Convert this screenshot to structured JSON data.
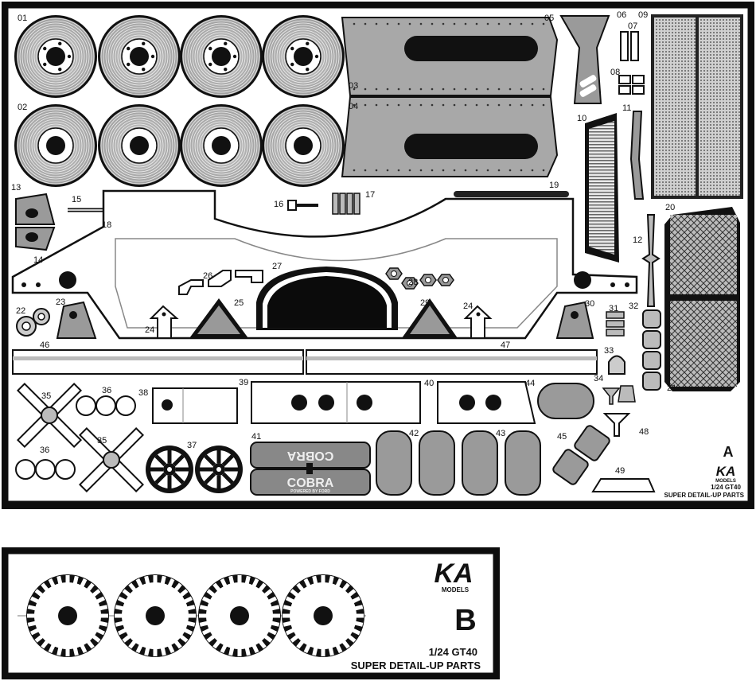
{
  "sheet_a": {
    "letter": "A",
    "brand": "KA",
    "brand_sub": "MODELS",
    "model": "1/24 GT40",
    "subtitle": "SUPER DETAIL-UP PARTS",
    "plate_text": "COBRA",
    "plate_sub": "POWERED BY FORD",
    "part_numbers": [
      "01",
      "02",
      "03",
      "04",
      "05",
      "06",
      "07",
      "08",
      "09",
      "10",
      "11",
      "12",
      "13",
      "14",
      "15",
      "16",
      "17",
      "18",
      "19",
      "20",
      "21",
      "22",
      "23",
      "24",
      "24",
      "25",
      "26",
      "27",
      "28",
      "29",
      "30",
      "31",
      "32",
      "33",
      "34",
      "35",
      "35",
      "36",
      "36",
      "37",
      "38",
      "39",
      "40",
      "41",
      "42",
      "43",
      "44",
      "45",
      "46",
      "47",
      "48",
      "49"
    ]
  },
  "sheet_b": {
    "letter": "B",
    "brand": "KA",
    "brand_sub": "MODELS",
    "model": "1/24 GT40",
    "subtitle": "SUPER DETAIL-UP PARTS"
  },
  "colors": {
    "frame": "#0d0d0d",
    "metal": "#9a9a9a",
    "light_metal": "#c8c8c8",
    "sheet": "#ffffff"
  }
}
